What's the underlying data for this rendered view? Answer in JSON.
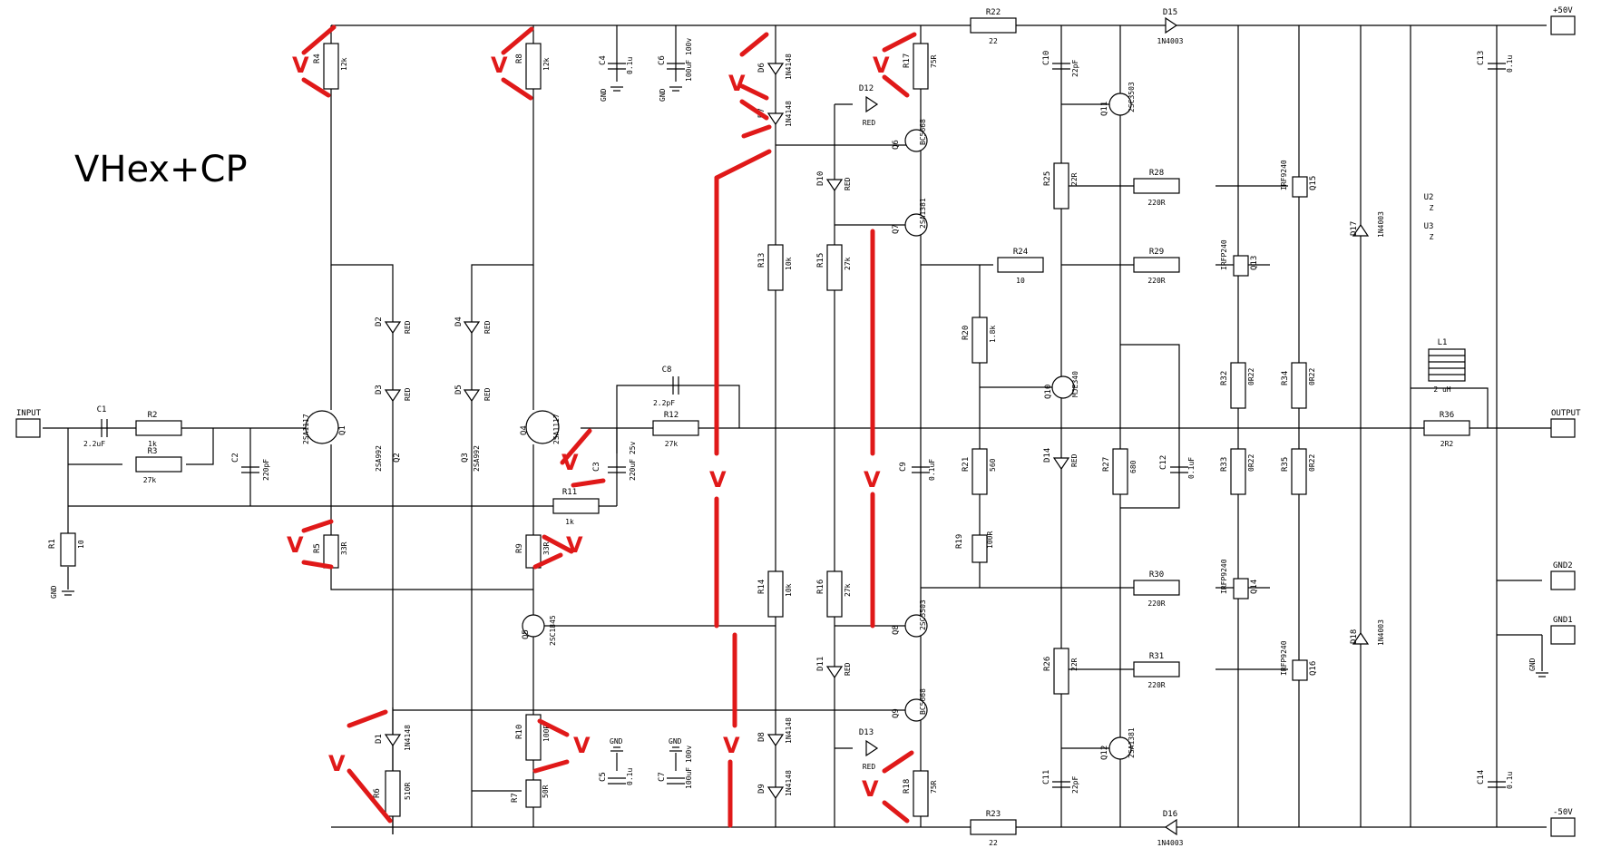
{
  "title": "VHex+CP",
  "marker_label": "V",
  "colors": {
    "markup": "#e01919",
    "wire": "#000000",
    "background": "#ffffff"
  },
  "connectors": [
    {
      "name": "INPUT"
    },
    {
      "name": "+50V"
    },
    {
      "name": "OUTPUT"
    },
    {
      "name": "GND2"
    },
    {
      "name": "GND1"
    },
    {
      "name": "-50V"
    }
  ],
  "ground_label": "GND",
  "parts": [
    {
      "ref": "C1",
      "value": "2.2uF"
    },
    {
      "ref": "R2",
      "value": "1k"
    },
    {
      "ref": "R3",
      "value": "27k"
    },
    {
      "ref": "R1",
      "value": "10"
    },
    {
      "ref": "C2",
      "value": "220pF"
    },
    {
      "ref": "R4",
      "value": "12k"
    },
    {
      "ref": "Q1",
      "value": "2SA1117"
    },
    {
      "ref": "R5",
      "value": "33R"
    },
    {
      "ref": "D2",
      "value": "RED"
    },
    {
      "ref": "D3",
      "value": "RED"
    },
    {
      "ref": "Q2",
      "value": "2SA992"
    },
    {
      "ref": "D1",
      "value": "1N4148"
    },
    {
      "ref": "R6",
      "value": "510R"
    },
    {
      "ref": "R8",
      "value": "12k"
    },
    {
      "ref": "D4",
      "value": "RED"
    },
    {
      "ref": "D5",
      "value": "RED"
    },
    {
      "ref": "Q3",
      "value": "2SA992"
    },
    {
      "ref": "Q4",
      "value": "2SA1117"
    },
    {
      "ref": "R9",
      "value": "33R"
    },
    {
      "ref": "R11",
      "value": "1k"
    },
    {
      "ref": "Q5",
      "value": "2SC1845"
    },
    {
      "ref": "R10",
      "value": "100R"
    },
    {
      "ref": "R7",
      "value": "50R"
    },
    {
      "ref": "C3",
      "value": "220uF 25v"
    },
    {
      "ref": "C8",
      "value": "2.2pF"
    },
    {
      "ref": "R12",
      "value": "27k"
    },
    {
      "ref": "C4",
      "value": "0.1u"
    },
    {
      "ref": "C6",
      "value": "100uF 100v"
    },
    {
      "ref": "C5",
      "value": "0.1u"
    },
    {
      "ref": "C7",
      "value": "100uF 100v"
    },
    {
      "ref": "D6",
      "value": "1N4148"
    },
    {
      "ref": "D7",
      "value": "1N4148"
    },
    {
      "ref": "R13",
      "value": "10k"
    },
    {
      "ref": "R14",
      "value": "10k"
    },
    {
      "ref": "D8",
      "value": "1N4148"
    },
    {
      "ref": "D9",
      "value": "1N4148"
    },
    {
      "ref": "D12",
      "value": "RED"
    },
    {
      "ref": "D10",
      "value": "RED"
    },
    {
      "ref": "R15",
      "value": "27k"
    },
    {
      "ref": "R16",
      "value": "27k"
    },
    {
      "ref": "D11",
      "value": "RED"
    },
    {
      "ref": "D13",
      "value": "RED"
    },
    {
      "ref": "R17",
      "value": "75R"
    },
    {
      "ref": "Q6",
      "value": "BC5668"
    },
    {
      "ref": "Q7",
      "value": "2SA1381"
    },
    {
      "ref": "C9",
      "value": "0.1uF"
    },
    {
      "ref": "Q8",
      "value": "2SC5503"
    },
    {
      "ref": "Q9",
      "value": "BC5668"
    },
    {
      "ref": "R18",
      "value": "75R"
    },
    {
      "ref": "R22",
      "value": "22"
    },
    {
      "ref": "R23",
      "value": "22"
    },
    {
      "ref": "R24",
      "value": "10"
    },
    {
      "ref": "R20",
      "value": "1.8k"
    },
    {
      "ref": "R21",
      "value": "560"
    },
    {
      "ref": "R19",
      "value": "100R"
    },
    {
      "ref": "C10",
      "value": "22pF"
    },
    {
      "ref": "Q11",
      "value": "2SC3503"
    },
    {
      "ref": "R25",
      "value": "22R"
    },
    {
      "ref": "Q10",
      "value": "MJE340"
    },
    {
      "ref": "D14",
      "value": "RED"
    },
    {
      "ref": "R26",
      "value": "22R"
    },
    {
      "ref": "C11",
      "value": "22pF"
    },
    {
      "ref": "Q12",
      "value": "2SA1381"
    },
    {
      "ref": "R27",
      "value": "680"
    },
    {
      "ref": "C12",
      "value": "0.1uF"
    },
    {
      "ref": "D15",
      "value": "1N4003"
    },
    {
      "ref": "D16",
      "value": "1N4003"
    },
    {
      "ref": "R28",
      "value": "220R"
    },
    {
      "ref": "R29",
      "value": "220R"
    },
    {
      "ref": "R30",
      "value": "220R"
    },
    {
      "ref": "R31",
      "value": "220R"
    },
    {
      "ref": "Q15",
      "value": "IRF9240"
    },
    {
      "ref": "Q13",
      "value": "IRFP240"
    },
    {
      "ref": "Q14",
      "value": "IRFP9240"
    },
    {
      "ref": "Q16",
      "value": "IRFP9240"
    },
    {
      "ref": "R32",
      "value": "0R22"
    },
    {
      "ref": "R33",
      "value": "0R22"
    },
    {
      "ref": "R34",
      "value": "0R22"
    },
    {
      "ref": "R35",
      "value": "0R22"
    },
    {
      "ref": "D17",
      "value": "1N4003"
    },
    {
      "ref": "D18",
      "value": "1N4003"
    },
    {
      "ref": "L1",
      "value": "2 uH"
    },
    {
      "ref": "R36",
      "value": "2R2"
    },
    {
      "ref": "C13",
      "value": "0.1u"
    },
    {
      "ref": "C14",
      "value": "0.1u"
    },
    {
      "ref": "U2",
      "value": "Z"
    },
    {
      "ref": "U3",
      "value": "Z"
    }
  ]
}
